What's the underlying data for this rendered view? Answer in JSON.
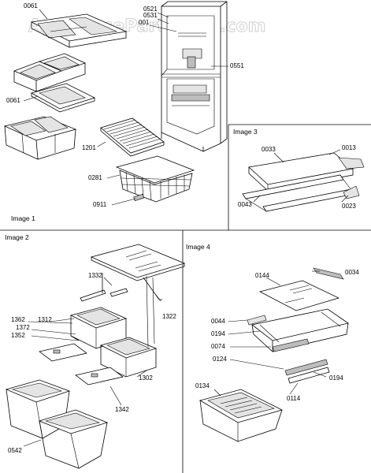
{
  "watermark": "AppliancePartsPros.com",
  "panels": {
    "image1": {
      "caption": "Image 1"
    },
    "image2": {
      "caption": "Image 2"
    },
    "image3": {
      "caption": "Image 3"
    },
    "image4": {
      "caption": "Image 4"
    }
  },
  "part_labels": {
    "p0061a": "0061",
    "p0521": "0521",
    "p0531": "0531",
    "p001": "001",
    "p0551": "0551",
    "p0061b": "0061",
    "p1201": "1201",
    "p0281": "0281",
    "p0911": "0911",
    "p0033": "0033",
    "p0013": "0013",
    "p0043": "0043",
    "p0023": "0023",
    "p1332": "1332",
    "p1322": "1322",
    "p1362": "1362",
    "p1312": "1312",
    "p1372": "1372",
    "p1352": "1352",
    "p1302": "1302",
    "p1342": "1342",
    "p0542": "0542",
    "p0144": "0144",
    "p0034": "0034",
    "p0044": "0044",
    "p0194a": "0194",
    "p0074": "0074",
    "p0124": "0124",
    "p0194b": "0194",
    "p0134": "0134",
    "p0114": "0114"
  }
}
